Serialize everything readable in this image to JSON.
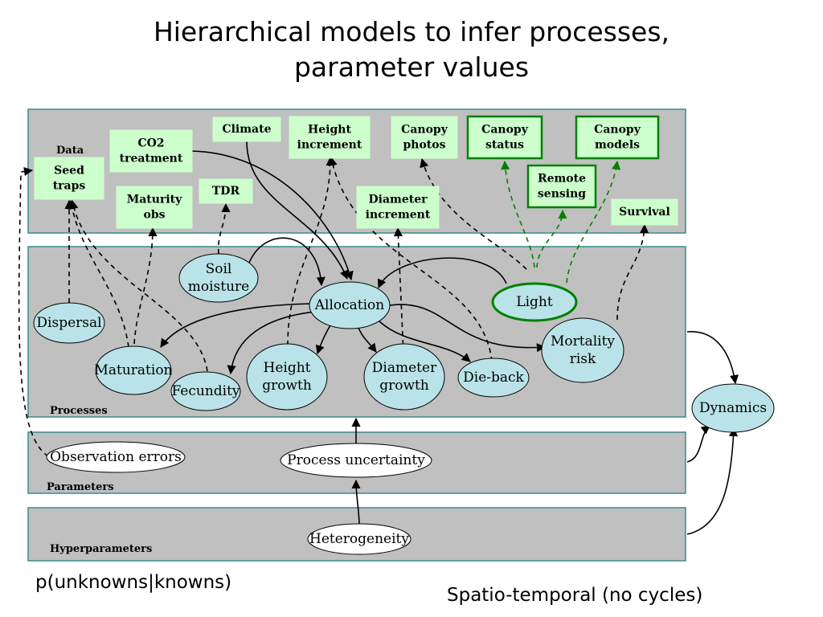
{
  "title": {
    "line1": "Hierarchical models to infer processes,",
    "line2": "parameter values"
  },
  "colors": {
    "panel_fill": "#c0c0c0",
    "panel_stroke": "#3a8a8a",
    "data_box_fill": "#ccffcc",
    "highlight_stroke": "#008000",
    "process_fill": "#b9e3e8",
    "parameter_fill": "#ffffff"
  },
  "panels": {
    "data": "Data",
    "processes": "Processes",
    "parameters": "Parameters",
    "hyperparameters": "Hyperparameters"
  },
  "data_nodes": {
    "seed_traps": [
      "Seed",
      "traps"
    ],
    "co2": [
      "CO2",
      "treatment"
    ],
    "maturity_obs": [
      "Maturity",
      "obs"
    ],
    "climate": [
      "Climate"
    ],
    "tdr": [
      "TDR"
    ],
    "height_increment": [
      "Height",
      "increment"
    ],
    "diameter_increment": [
      "Diameter",
      "increment"
    ],
    "canopy_photos": [
      "Canopy",
      "photos"
    ],
    "canopy_status": [
      "Canopy",
      "status"
    ],
    "remote_sensing": [
      "Remote",
      "sensing"
    ],
    "canopy_models": [
      "Canopy",
      "models"
    ],
    "survival": [
      "Survival"
    ]
  },
  "process_nodes": {
    "dispersal": [
      "Dispersal"
    ],
    "soil_moisture": [
      "Soil",
      "moisture"
    ],
    "allocation": [
      "Allocation"
    ],
    "light": [
      "Light"
    ],
    "maturation": [
      "Maturation"
    ],
    "fecundity": [
      "Fecundity"
    ],
    "height_growth": [
      "Height",
      "growth"
    ],
    "diameter_growth": [
      "Diameter",
      "growth"
    ],
    "die_back": [
      "Die-back"
    ],
    "mortality_risk": [
      "Mortality",
      "risk"
    ],
    "dynamics": [
      "Dynamics"
    ]
  },
  "parameter_nodes": {
    "observation_errors": [
      "Observation errors"
    ],
    "process_uncertainty": [
      "Process uncertainty"
    ],
    "heterogeneity": [
      "Heterogeneity"
    ]
  },
  "footer": {
    "left": "p(unknowns|knowns)",
    "right": "Spatio-temporal (no cycles)"
  }
}
